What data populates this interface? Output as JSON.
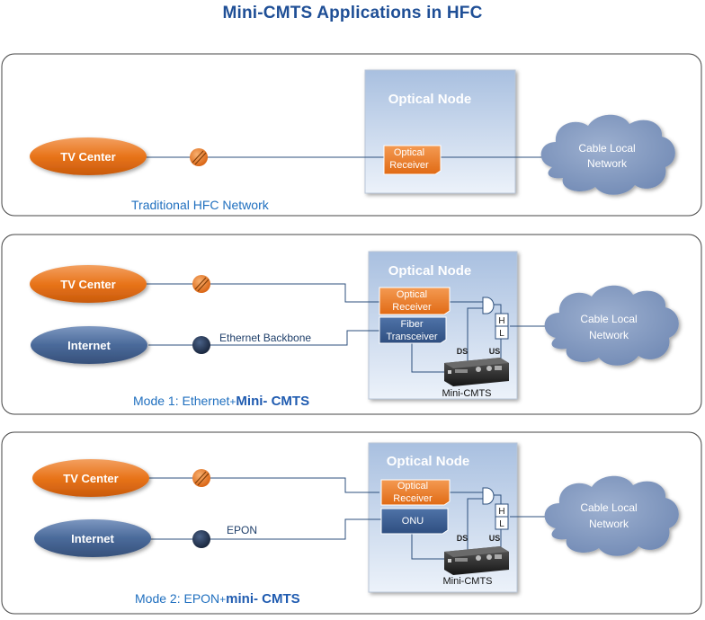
{
  "title": "Mini-CMTS Applications in HFC",
  "panels": [
    {
      "optical_node": "Optical Node",
      "tv_center": "TV Center",
      "optical_receiver": [
        "Optical",
        "Receiver"
      ],
      "cloud": [
        "Cable Local",
        "Network"
      ],
      "caption": "Traditional HFC Network"
    },
    {
      "optical_node": "Optical Node",
      "tv_center": "TV Center",
      "internet": "Internet",
      "link_label": "Ethernet Backbone",
      "optical_receiver": [
        "Optical",
        "Receiver"
      ],
      "transceiver": [
        "Fiber",
        "Transceiver"
      ],
      "filter": [
        "H",
        "L"
      ],
      "ds": "DS",
      "us": "US",
      "device": "Mini-CMTS",
      "cloud": [
        "Cable Local",
        "Network"
      ],
      "caption_prefix": "Mode 1:  Ethernet",
      "caption_plus": "+",
      "caption_bold": "Mini- CMTS"
    },
    {
      "optical_node": "Optical Node",
      "tv_center": "TV Center",
      "internet": "Internet",
      "link_label": "EPON",
      "optical_receiver": [
        "Optical",
        "Receiver"
      ],
      "onu": "ONU",
      "filter": [
        "H",
        "L"
      ],
      "ds": "DS",
      "us": "US",
      "device": "Mini-CMTS",
      "cloud": [
        "Cable Local",
        "Network"
      ],
      "caption_prefix": "Mode 2:  EPON",
      "caption_plus": "+",
      "caption_bold": "mini- CMTS"
    }
  ],
  "colors": {
    "orange": "#e8741a",
    "navy": "#4a6a9a",
    "dark": "#1f2f4a",
    "node_bg": "#c9d9ef",
    "cloud": "#7f97bf",
    "line": "#2d4f7c",
    "caption": "#1f6fbf"
  }
}
